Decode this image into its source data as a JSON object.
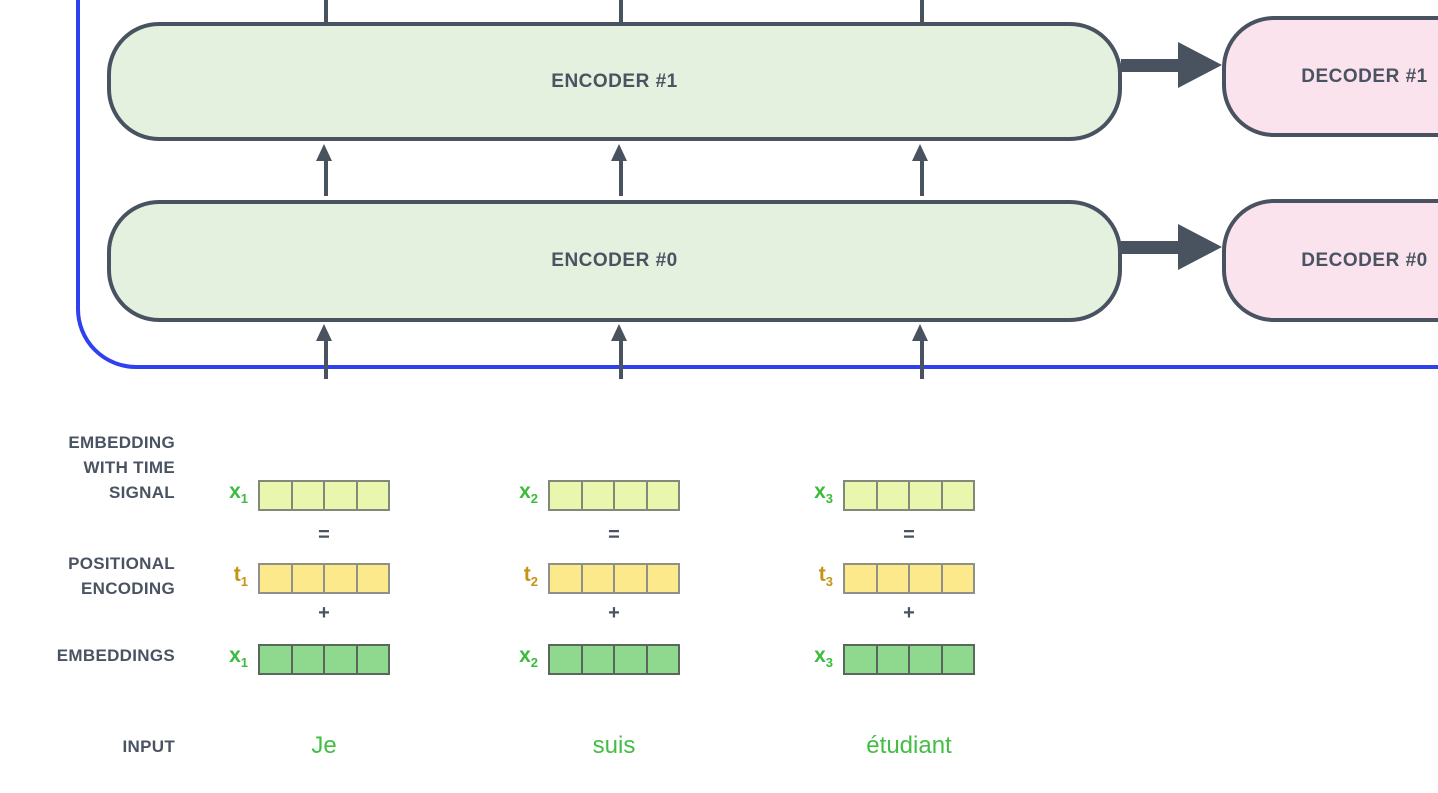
{
  "stack": {
    "encoders": [
      {
        "label": "ENCODER #1"
      },
      {
        "label": "ENCODER #0"
      }
    ],
    "decoders": [
      {
        "label": "DECODER #1"
      },
      {
        "label": "DECODER #0"
      }
    ]
  },
  "row_labels": {
    "embedding_time": [
      "EMBEDDING",
      "WITH TIME",
      "SIGNAL"
    ],
    "positional": [
      "POSITIONAL",
      "ENCODING"
    ],
    "embeddings": "EMBEDDINGS",
    "input": "INPUT"
  },
  "operators": {
    "equals": "=",
    "plus": "+"
  },
  "vector_symbols": {
    "x": "x",
    "t": "t"
  },
  "columns": [
    {
      "sub": "1",
      "word": "Je"
    },
    {
      "sub": "2",
      "word": "suis"
    },
    {
      "sub": "3",
      "word": "étudiant"
    }
  ],
  "palette": {
    "encoder_fill": "#e3f1de",
    "decoder_fill": "#fbe3ee",
    "outline": "#495261",
    "text": "#4a5361",
    "frame_blue": "#2e40f0",
    "cell_pale": "#e9f6ae",
    "cell_yellow": "#fce98c",
    "cell_green": "#8fd98f",
    "x_label_green": "#3cbc3c",
    "t_label_gold": "#c59413",
    "word_green": "#44bd44"
  }
}
